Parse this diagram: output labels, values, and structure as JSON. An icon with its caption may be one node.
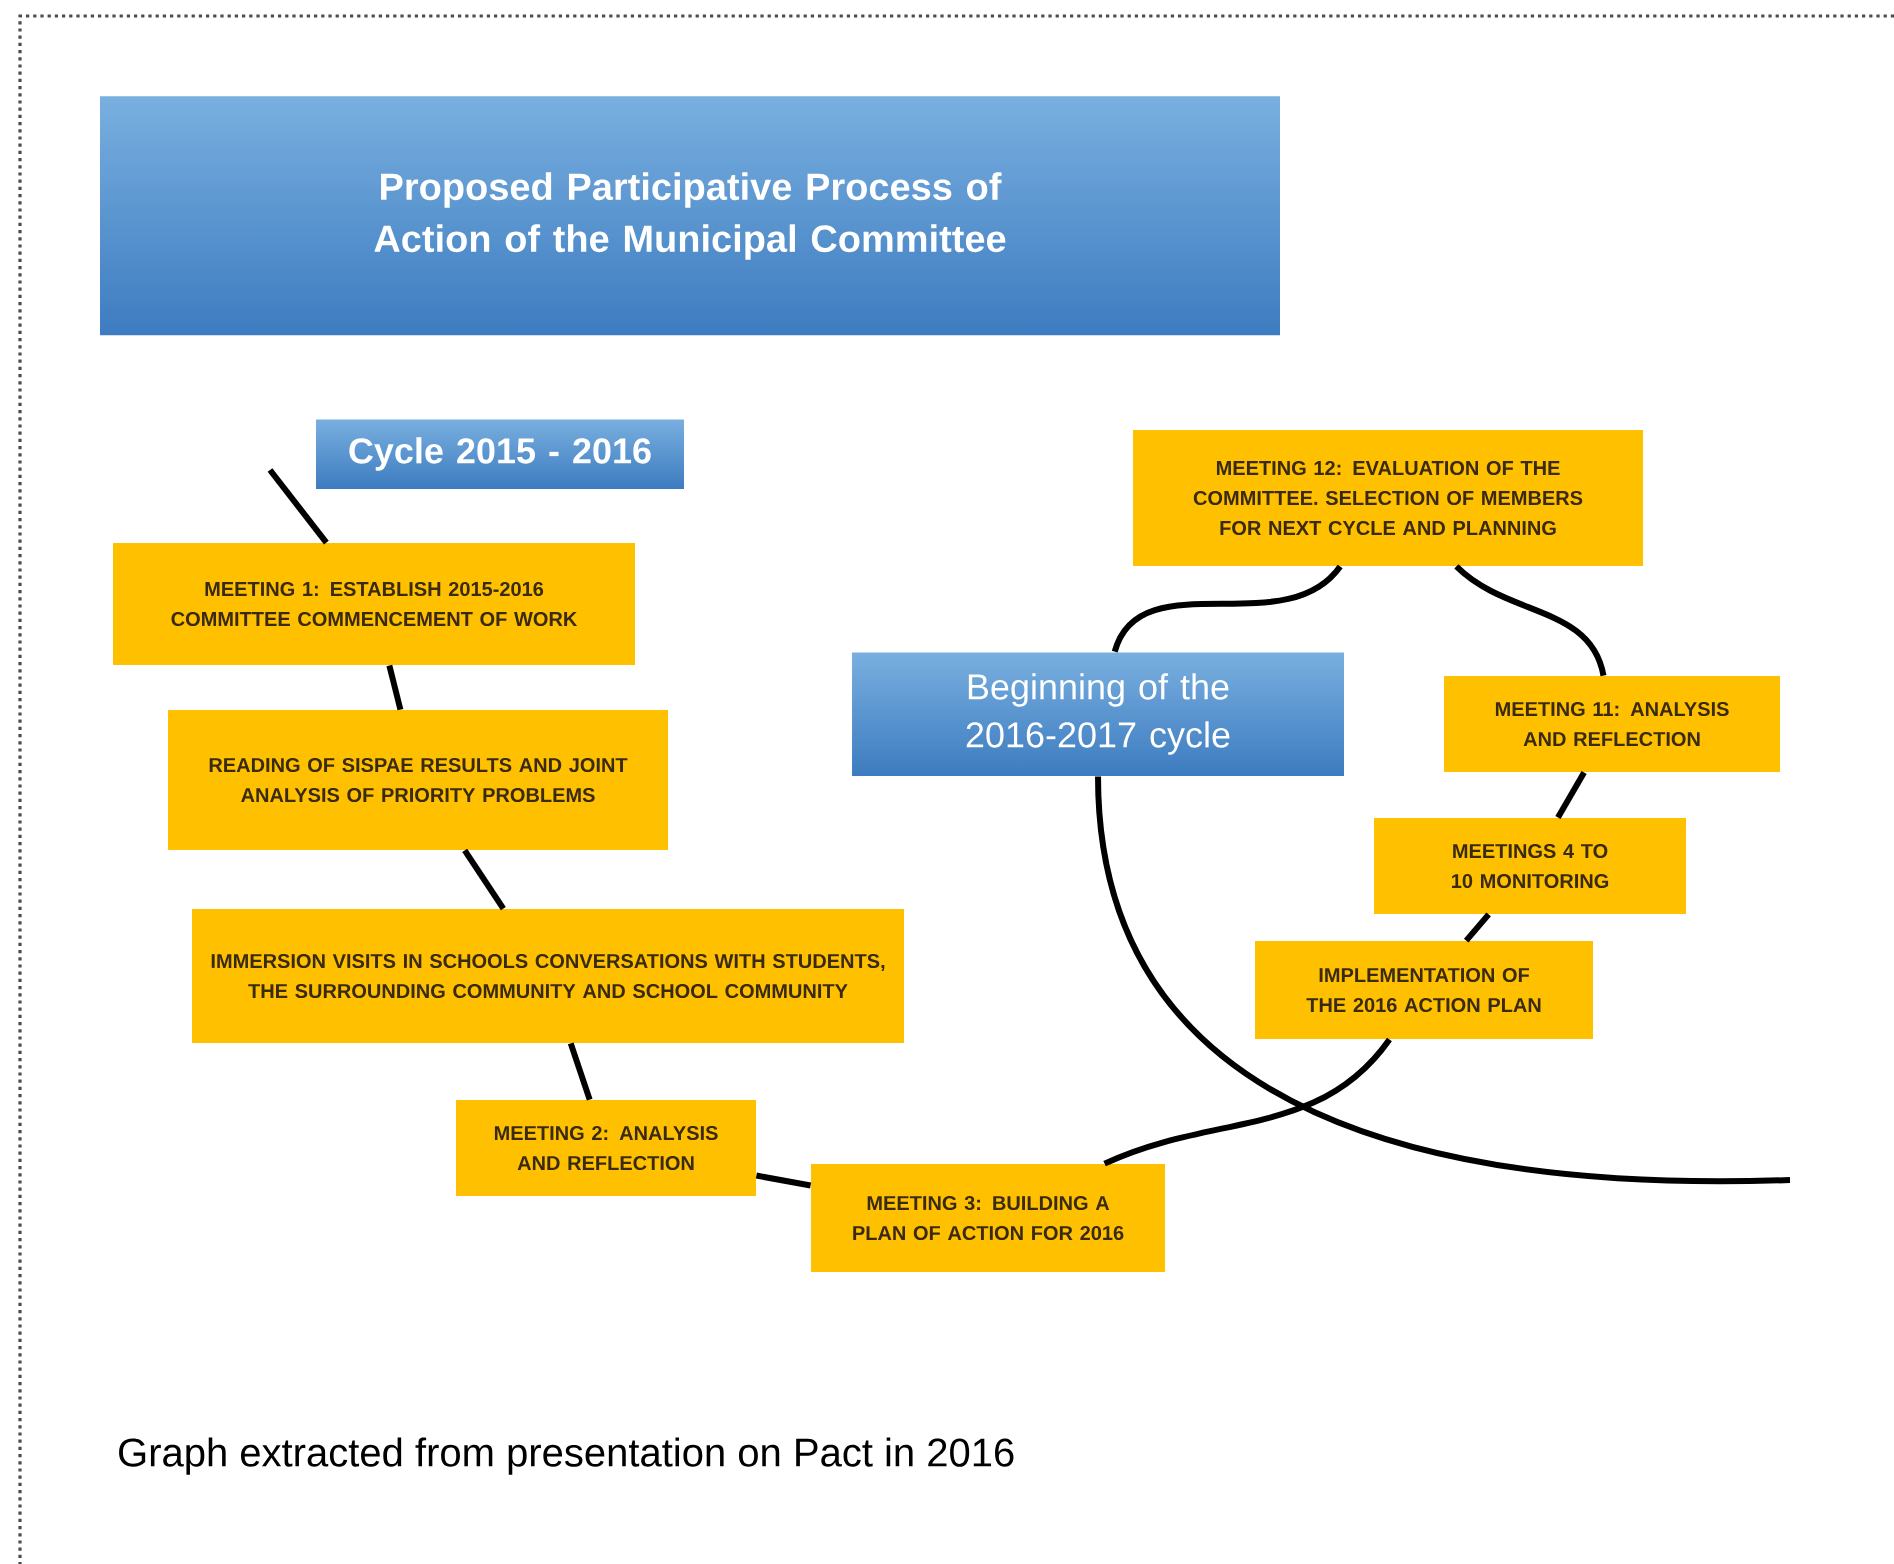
{
  "diagram": {
    "title": "Proposed Participative Process of Action of the Municipal Committee",
    "caption": "Graph extracted from presentation on Pact in 2016",
    "nodes": [
      {
        "text": [
          "Cycle 2015 - 2016"
        ]
      },
      {
        "text": [
          "MEETING 1: ESTABLISH 2015-2016 COMMITTEE COMMENCEMENT OF WORK"
        ]
      },
      {
        "text": [
          "READING OF SISPAE RESULTS AND JOINT ANALYSIS OF PRIORITY PROBLEMS"
        ]
      },
      {
        "text": [
          "IMMERSION VISITS IN SCHOOLS CONVERSATIONS WITH STUDENTS, THE SURROUNDING COMMUNITY AND SCHOOL COMMUNITY"
        ]
      },
      {
        "text": [
          "MEETING 2: ANALYSIS AND REFLECTION"
        ]
      },
      {
        "text": [
          "MEETING 3: BUILDING A PLAN OF ACTION FOR 2016"
        ]
      },
      {
        "text": [
          "IMPLEMENTATION OF THE 2016 ACTION PLAN"
        ]
      },
      {
        "text": [
          "MEETINGS 4 TO 10 MONITORING"
        ]
      },
      {
        "text": [
          "MEETING 11: ANALYSIS AND REFLECTION"
        ]
      },
      {
        "text": [
          "MEETING 12: EVALUATION OF THE COMMITTEE. SELECTION OF MEMBERS FOR NEXT CYCLE AND PLANNING"
        ]
      },
      {
        "text": [
          "Beginning of the 2016-2017 cycle"
        ]
      }
    ],
    "edges": [
      {
        "from": null,
        "to": 1,
        "arrow": "none"
      },
      {
        "from": 1,
        "to": 2,
        "arrow": "none"
      },
      {
        "from": 2,
        "to": 3,
        "arrow": "none"
      },
      {
        "from": 3,
        "to": 4,
        "arrow": "none"
      },
      {
        "from": 4,
        "to": 5,
        "arrow": "none"
      },
      {
        "from": 5,
        "to": 6,
        "arrow": "none"
      },
      {
        "from": 6,
        "to": 7,
        "arrow": "none"
      },
      {
        "from": 7,
        "to": 8,
        "arrow": "none"
      },
      {
        "from": 8,
        "to": 9,
        "arrow": "none"
      },
      {
        "from": 9,
        "to": 10,
        "arrow": "none"
      },
      {
        "from": 10,
        "to": null,
        "arrow": "none"
      }
    ]
  }
}
